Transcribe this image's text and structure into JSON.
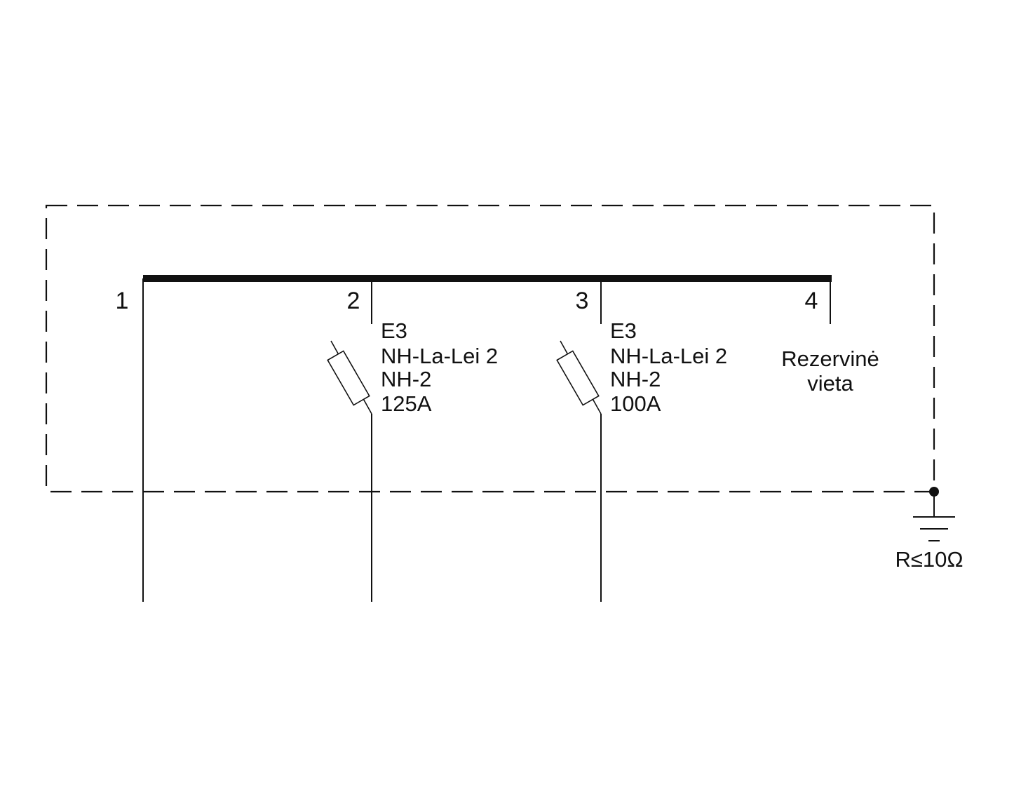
{
  "diagram": {
    "type": "single-line electrical distribution schematic",
    "colors": {
      "background": "#ffffff",
      "lines": "#111111"
    },
    "circuits": [
      {
        "number": "1",
        "has_fuse": false,
        "spec_lines": []
      },
      {
        "number": "2",
        "has_fuse": true,
        "spec_lines": [
          "E3",
          "NH-La-Lei 2",
          "NH-2",
          "125A"
        ]
      },
      {
        "number": "3",
        "has_fuse": true,
        "spec_lines": [
          "E3",
          "NH-La-Lei 2",
          "NH-2",
          "100A"
        ]
      },
      {
        "number": "4",
        "has_fuse": false,
        "spec_lines": [
          "Rezervinė",
          "vieta"
        ]
      }
    ],
    "ground": {
      "icon": "earth-ground-icon",
      "label": "R≤10Ω"
    }
  }
}
